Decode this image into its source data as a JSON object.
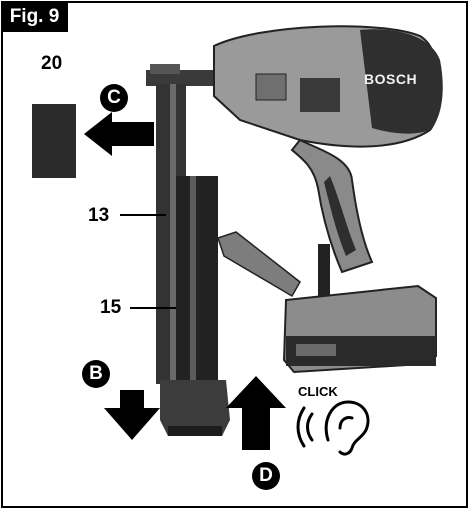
{
  "figure": {
    "label": "Fig. 9"
  },
  "callouts": {
    "part_20": "20",
    "part_13": "13",
    "part_15": "15"
  },
  "steps": {
    "b": "B",
    "c": "C",
    "d": "D"
  },
  "sound": {
    "click": "CLICK"
  },
  "brand": {
    "logo_text": "BOSCH"
  },
  "colors": {
    "ink": "#000000",
    "tool_body": "#9a9a9a",
    "tool_dark": "#2b2b2b",
    "tool_light": "#c9c9c9"
  }
}
